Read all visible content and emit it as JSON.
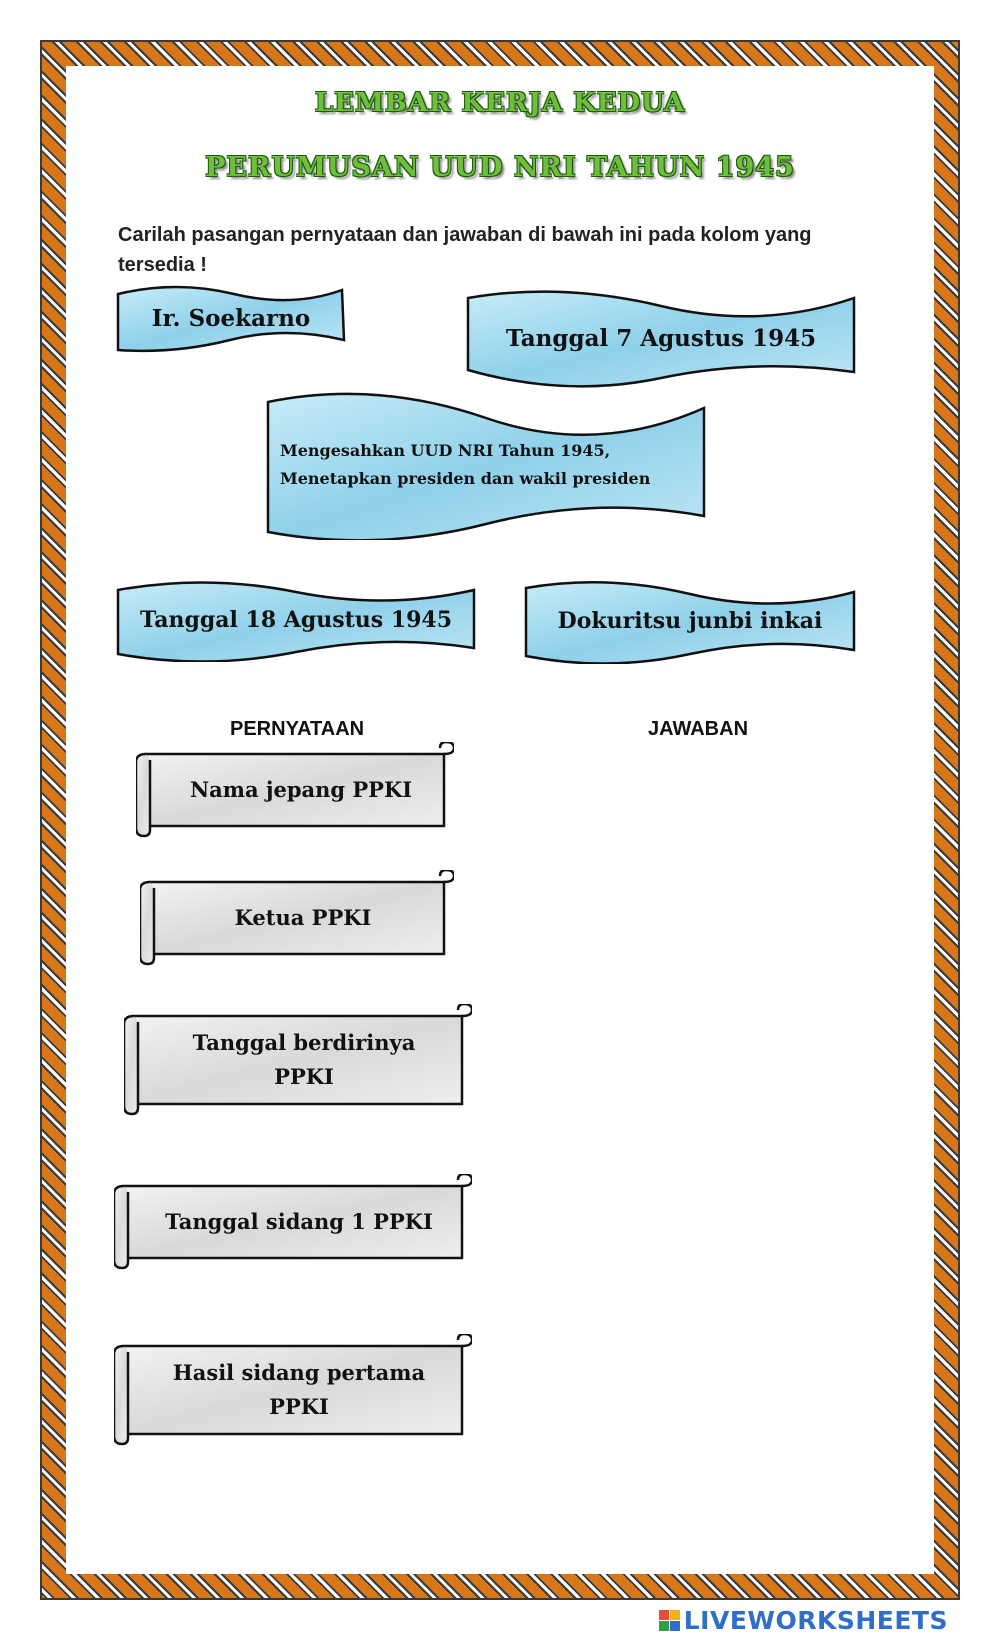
{
  "title": "LEMBAR KERJA KEDUA",
  "subtitle": "PERUMUSAN UUD NRI TAHUN 1945",
  "instruction": "Carilah pasangan pernyataan dan jawaban di bawah ini pada kolom yang tersedia !",
  "answers": [
    {
      "text": "Ir. Soekarno"
    },
    {
      "text": "Tanggal 7 Agustus 1945"
    },
    {
      "line1": "Mengesahkan UUD NRI Tahun 1945,",
      "line2": "Menetapkan presiden dan wakil presiden"
    },
    {
      "text": "Tanggal 18 Agustus 1945"
    },
    {
      "text": "Dokuritsu junbi inkai"
    }
  ],
  "columns": {
    "left": "PERNYATAAN",
    "right": "JAWABAN"
  },
  "statements": [
    {
      "line1": "Nama jepang PPKI"
    },
    {
      "line1": "Ketua PPKI"
    },
    {
      "line1": "Tanggal berdirinya",
      "line2": "PPKI"
    },
    {
      "line1": "Tanggal sidang 1 PPKI"
    },
    {
      "line1": "Hasil sidang pertama",
      "line2": "PPKI"
    }
  ],
  "footer": {
    "brand": "LIVEWORKSHEETS",
    "logo_colors": [
      "#e84c3d",
      "#f3b21b",
      "#2f9e44",
      "#2f6fc8"
    ]
  },
  "colors": {
    "title_fill": "#6fbf3a",
    "banner_fill": "#a9dcf0",
    "scroll_fill": "#e6e6e6",
    "border_orange": "#d8761a"
  }
}
